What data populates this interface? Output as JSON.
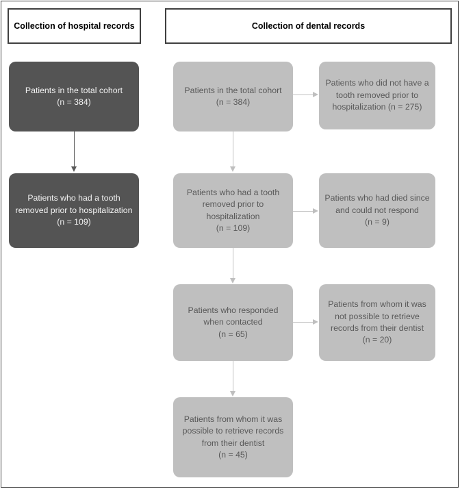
{
  "figure": {
    "type": "flowchart",
    "columns": [
      {
        "id": "hospital",
        "header": "Collection of hospital records",
        "accent": "#545454"
      },
      {
        "id": "dental",
        "header": "Collection of dental records",
        "accent": "#bfbfbf"
      }
    ]
  },
  "colors": {
    "dark_box_fill": "#545454",
    "dark_box_text": "#f2f2f2",
    "light_box_fill": "#bfbfbf",
    "light_box_text": "#595959",
    "dark_arrow": "#595959",
    "light_arrow": "#bfbfbf",
    "frame_border": "#3a3a3a",
    "header_border": "#3f3f3f",
    "page_background": "#ffffff"
  },
  "hospital_column": {
    "header": "Collection of hospital records",
    "nodes": [
      {
        "id": "hosp-total-cohort",
        "label": "Patients in the total cohort\n(n = 384)",
        "count_label": "(n = 384)",
        "count": 384
      },
      {
        "id": "hosp-tooth-removed",
        "label": "Patients who had a tooth removed prior to hospitalization\n(n = 109)",
        "count_label": "(n = 109)",
        "count": 109
      }
    ]
  },
  "dental_column": {
    "header": "Collection of dental records",
    "main_nodes": [
      {
        "id": "dent-total-cohort",
        "label": "Patients in the total cohort\n(n = 384)",
        "count_label": "(n = 384)",
        "count": 384
      },
      {
        "id": "dent-tooth-removed",
        "label": "Patients who had a tooth removed prior to hospitalization\n(n = 109)",
        "count_label": "(n = 109)",
        "count": 109
      },
      {
        "id": "dent-responded",
        "label": "Patients who responded when contacted\n(n = 65)",
        "count_label": "(n = 65)",
        "count": 65
      },
      {
        "id": "dent-records-retrieved",
        "label": "Patients from whom it was possible to retrieve records from their dentist\n(n = 45)",
        "count_label": "(n = 45)",
        "count": 45
      }
    ],
    "excluded_nodes": [
      {
        "id": "excl-no-tooth-removed",
        "label": "Patients who did not have a tooth removed prior to hospitalization (n = 275)",
        "count_label": "(n = 275)",
        "count": 275
      },
      {
        "id": "excl-died",
        "label": "Patients who had died since and could not respond\n(n = 9)",
        "count_label": "(n = 9)",
        "count": 9
      },
      {
        "id": "excl-no-records",
        "label": "Patients from whom it was not possible to retrieve records from their dentist\n(n = 20)",
        "count_label": "(n = 20)",
        "count": 20
      }
    ]
  }
}
